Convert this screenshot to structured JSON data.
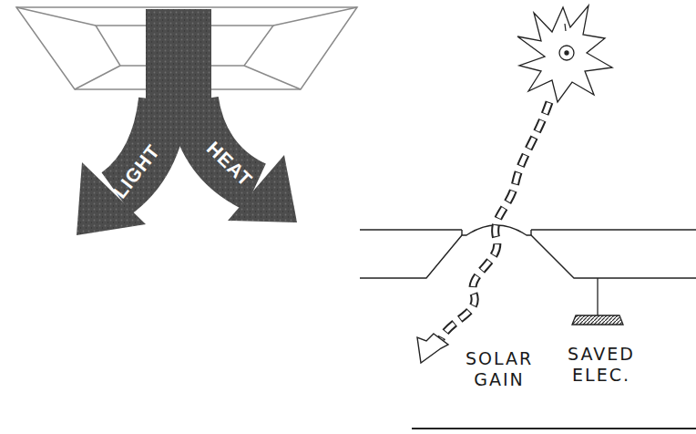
{
  "diagram": {
    "labels": [
      "LIGHT",
      "HEAT",
      "SOLAR GAIN",
      "SAVED ELEC."
    ]
  }
}
